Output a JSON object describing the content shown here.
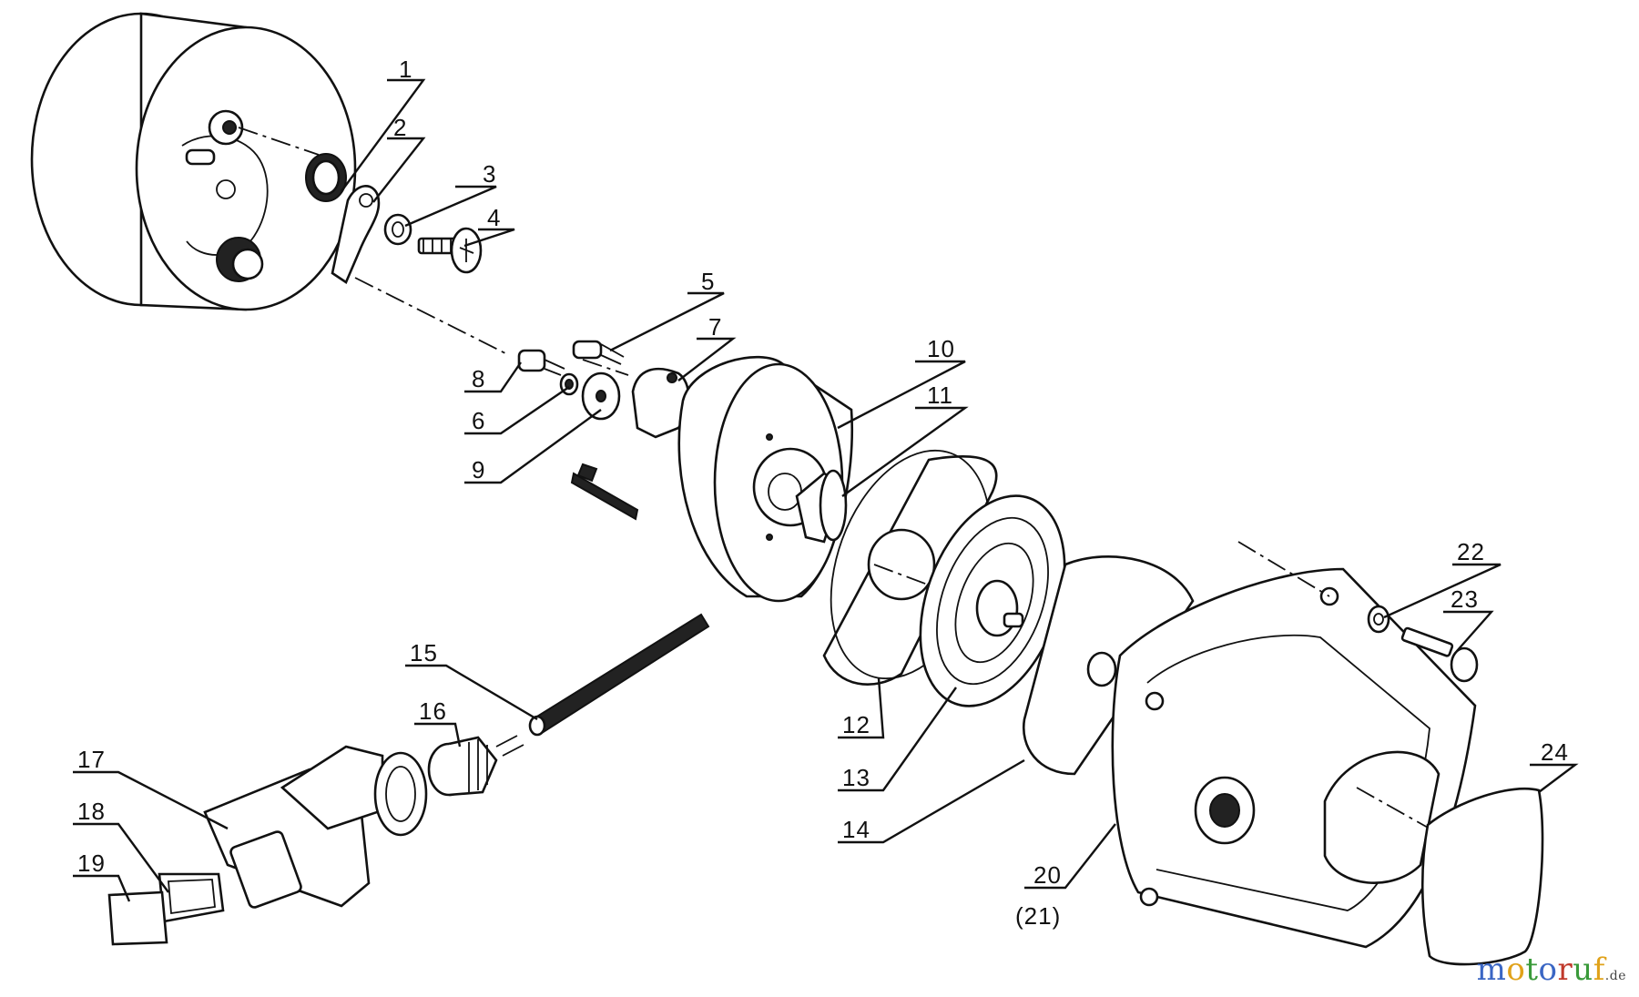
{
  "diagram": {
    "callouts": [
      "1",
      "2",
      "3",
      "4",
      "5",
      "6",
      "7",
      "8",
      "9",
      "10",
      "11",
      "12",
      "13",
      "14",
      "15",
      "16",
      "17",
      "18",
      "19",
      "20",
      "(21)",
      "22",
      "23",
      "24"
    ]
  },
  "watermark": {
    "text": "motoruf",
    "suffix": ".de",
    "letter_colors": [
      "#3a66c4",
      "#e0a21a",
      "#3a9a3a",
      "#3a66c4",
      "#c0392b",
      "#3a9a3a",
      "#e0a21a"
    ]
  }
}
